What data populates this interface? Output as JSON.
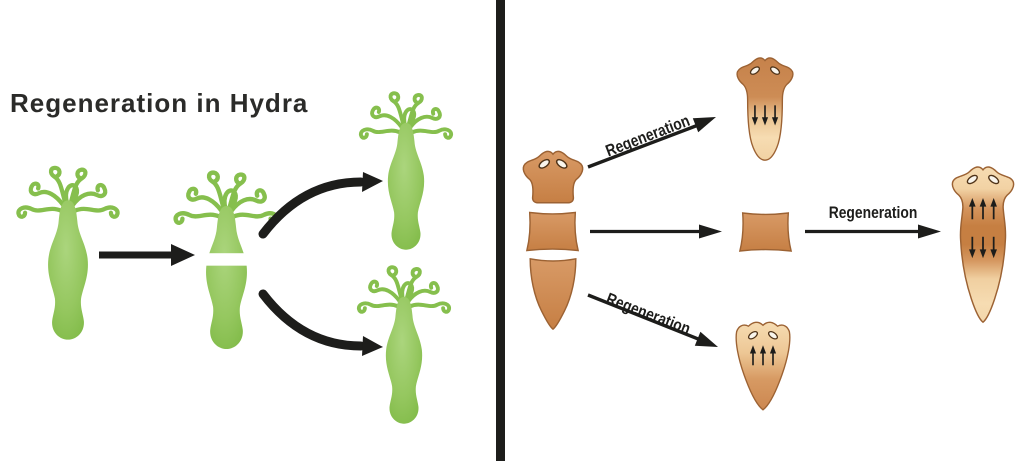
{
  "title": "Regeneration in Hydra",
  "left_panel": {
    "subject": "Hydra",
    "title": "Regeneration in Hydra",
    "figures": [
      "full-hydra",
      "hydra-cut-in-two",
      "regenerated-hydra-from-top-half",
      "regenerated-hydra-from-bottom-half"
    ]
  },
  "right_panel": {
    "subject": "Planaria",
    "arrow_labels": {
      "top": "Regeneration",
      "middle": "Regeneration",
      "bottom": "Regeneration"
    },
    "figures": [
      "planaria-cut-in-three-pieces",
      "head-piece-regenerating-tail",
      "middle-piece",
      "middle-piece-regenerated-whole",
      "tail-piece-regenerating-head"
    ]
  },
  "colors": {
    "background": "#ffffff",
    "ink_black": "#1d1d1b",
    "hydra_green": "#8bc34a",
    "hydra_green_light": "#aad47c",
    "hydra_green_dark": "#7cb843",
    "planaria_orange": "#cd8c55",
    "planaria_orange_dark": "#c67f42",
    "planaria_outline": "#9c6233",
    "planaria_cream": "#f6dcb2"
  }
}
